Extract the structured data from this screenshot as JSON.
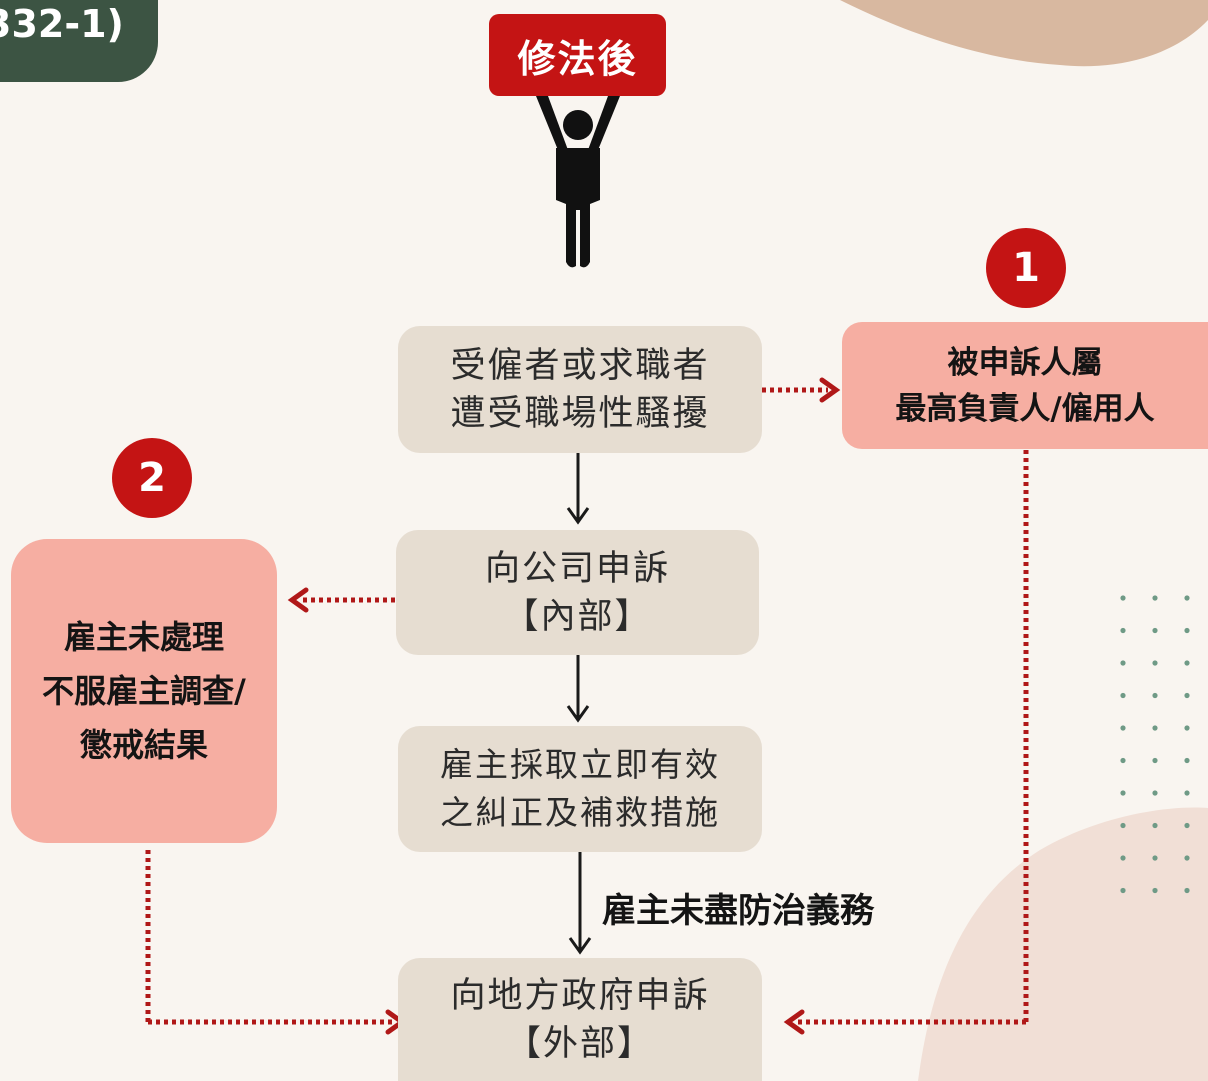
{
  "header": {
    "tab_text": "332-1)",
    "sign_text": "修法後"
  },
  "nodes": {
    "victim": [
      "受僱者或求職者",
      "遭受職場性騷擾"
    ],
    "internal": [
      "向公司申訴",
      "【內部】"
    ],
    "remedy": [
      "雇主採取立即有效",
      "之糾正及補救措施"
    ],
    "external": [
      "向地方政府申訴",
      "【外部】"
    ],
    "case1": [
      "被申訴人屬",
      "最高負責人/僱用人"
    ],
    "case2": [
      "雇主未處理",
      "不服雇主調查/",
      "懲戒結果"
    ]
  },
  "badges": {
    "one": "1",
    "two": "2"
  },
  "edges": {
    "remedy_to_external": "雇主未盡防治義務"
  },
  "colors": {
    "accent_red": "#c41414",
    "pink_box": "#f6aea2",
    "grey_box": "#e6ddd1",
    "green_tab": "#3c5443",
    "background": "#f9f5f0"
  }
}
